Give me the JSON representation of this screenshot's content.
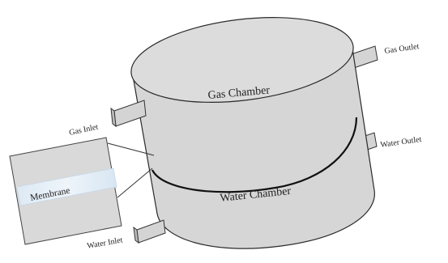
{
  "diagram": {
    "components": {
      "gas_chamber": "Gas Chamber",
      "water_chamber": "Water Chamber",
      "membrane": "Membrane"
    },
    "ports": {
      "gas_outlet": "Gas Outlet",
      "gas_inlet": "Gas Inlet",
      "water_outlet": "Water Outlet",
      "water_inlet": "Water Inlet"
    }
  }
}
